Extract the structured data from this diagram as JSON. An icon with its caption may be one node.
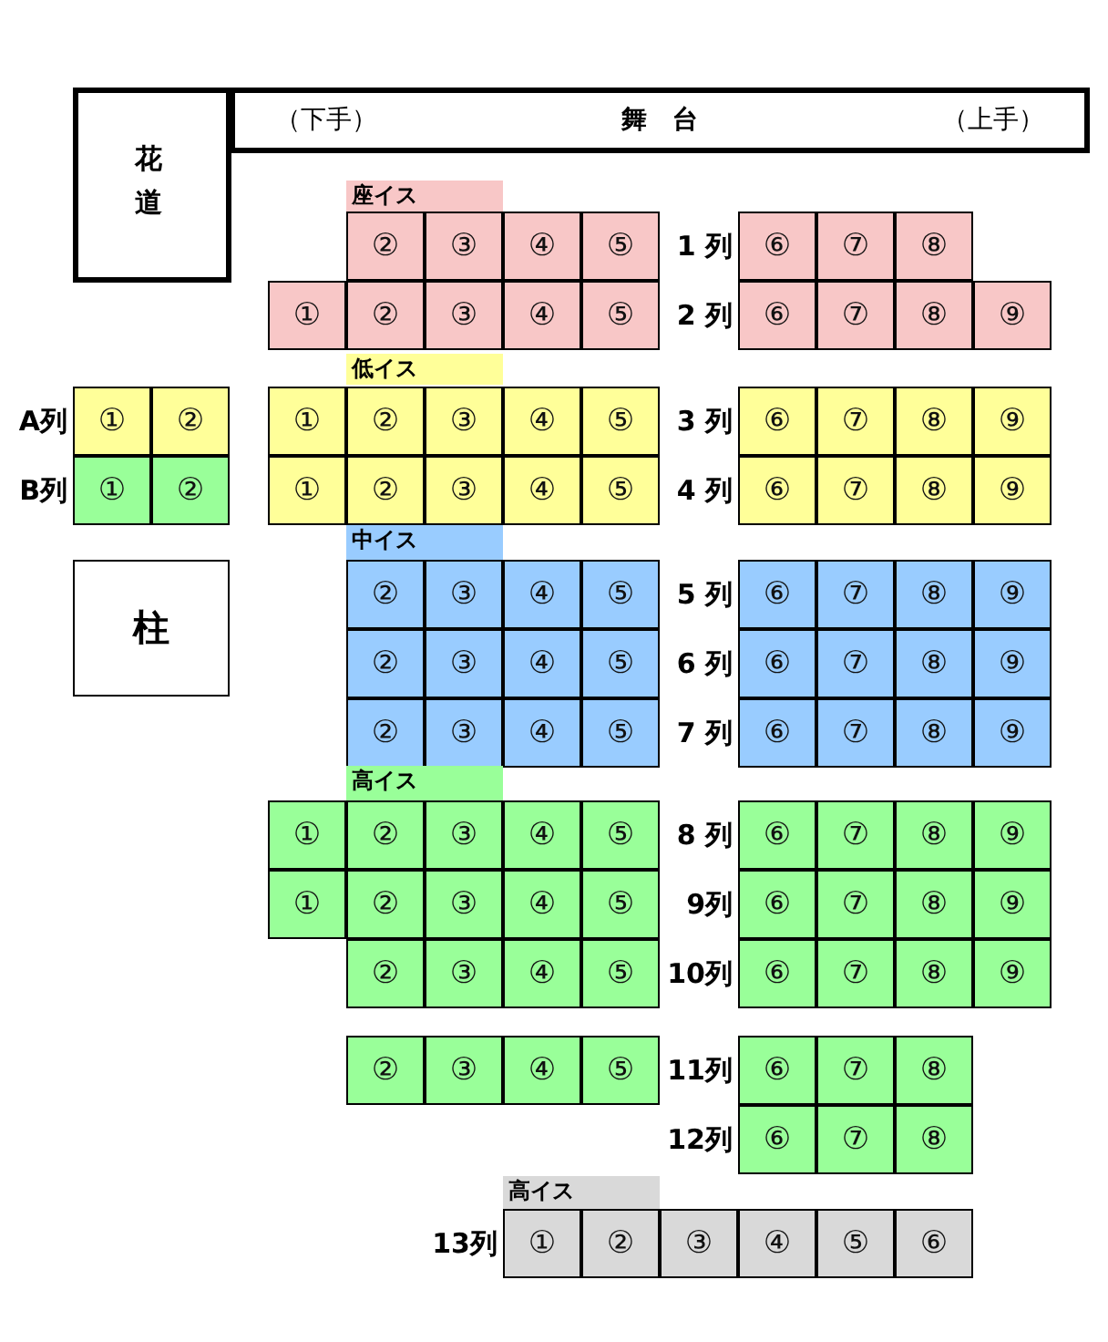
{
  "diagram": {
    "nodes": [
      {
        "text": [
          "（下手）",
          "舞　台",
          "（上手）"
        ]
      },
      {
        "text": [
          "花道"
        ]
      },
      {
        "text": [
          "座イス"
        ]
      },
      {
        "text": [
          "②"
        ]
      },
      {
        "text": [
          "③"
        ]
      },
      {
        "text": [
          "④"
        ]
      },
      {
        "text": [
          "⑤"
        ]
      },
      {
        "text": [
          "⑥"
        ]
      },
      {
        "text": [
          "⑦"
        ]
      },
      {
        "text": [
          "⑧"
        ]
      },
      {
        "text": [
          "①"
        ]
      },
      {
        "text": [
          "②"
        ]
      },
      {
        "text": [
          "③"
        ]
      },
      {
        "text": [
          "④"
        ]
      },
      {
        "text": [
          "⑤"
        ]
      },
      {
        "text": [
          "⑥"
        ]
      },
      {
        "text": [
          "⑦"
        ]
      },
      {
        "text": [
          "⑧"
        ]
      },
      {
        "text": [
          "⑨"
        ]
      },
      {
        "text": [
          "低イス"
        ]
      },
      {
        "text": [
          "①"
        ]
      },
      {
        "text": [
          "②"
        ]
      },
      {
        "text": [
          "①"
        ]
      },
      {
        "text": [
          "②"
        ]
      },
      {
        "text": [
          "③"
        ]
      },
      {
        "text": [
          "④"
        ]
      },
      {
        "text": [
          "⑤"
        ]
      },
      {
        "text": [
          "⑥"
        ]
      },
      {
        "text": [
          "⑦"
        ]
      },
      {
        "text": [
          "⑧"
        ]
      },
      {
        "text": [
          "⑨"
        ]
      },
      {
        "text": [
          "①"
        ]
      },
      {
        "text": [
          "②"
        ]
      },
      {
        "text": [
          "①"
        ]
      },
      {
        "text": [
          "②"
        ]
      },
      {
        "text": [
          "③"
        ]
      },
      {
        "text": [
          "④"
        ]
      },
      {
        "text": [
          "⑤"
        ]
      },
      {
        "text": [
          "⑥"
        ]
      },
      {
        "text": [
          "⑦"
        ]
      },
      {
        "text": [
          "⑧"
        ]
      },
      {
        "text": [
          "⑨"
        ]
      },
      {
        "text": [
          "柱"
        ]
      },
      {
        "text": [
          "中イス"
        ]
      },
      {
        "text": [
          "②"
        ]
      },
      {
        "text": [
          "③"
        ]
      },
      {
        "text": [
          "④"
        ]
      },
      {
        "text": [
          "⑤"
        ]
      },
      {
        "text": [
          "⑥"
        ]
      },
      {
        "text": [
          "⑦"
        ]
      },
      {
        "text": [
          "⑧"
        ]
      },
      {
        "text": [
          "⑨"
        ]
      },
      {
        "text": [
          "②"
        ]
      },
      {
        "text": [
          "③"
        ]
      },
      {
        "text": [
          "④"
        ]
      },
      {
        "text": [
          "⑤"
        ]
      },
      {
        "text": [
          "⑥"
        ]
      },
      {
        "text": [
          "⑦"
        ]
      },
      {
        "text": [
          "⑧"
        ]
      },
      {
        "text": [
          "⑨"
        ]
      },
      {
        "text": [
          "②"
        ]
      },
      {
        "text": [
          "③"
        ]
      },
      {
        "text": [
          "④"
        ]
      },
      {
        "text": [
          "⑤"
        ]
      },
      {
        "text": [
          "⑥"
        ]
      },
      {
        "text": [
          "⑦"
        ]
      },
      {
        "text": [
          "⑧"
        ]
      },
      {
        "text": [
          "⑨"
        ]
      },
      {
        "text": [
          "高イス"
        ]
      },
      {
        "text": [
          "①"
        ]
      },
      {
        "text": [
          "②"
        ]
      },
      {
        "text": [
          "③"
        ]
      },
      {
        "text": [
          "④"
        ]
      },
      {
        "text": [
          "⑤"
        ]
      },
      {
        "text": [
          "⑥"
        ]
      },
      {
        "text": [
          "⑦"
        ]
      },
      {
        "text": [
          "⑧"
        ]
      },
      {
        "text": [
          "⑨"
        ]
      },
      {
        "text": [
          "①"
        ]
      },
      {
        "text": [
          "②"
        ]
      },
      {
        "text": [
          "③"
        ]
      },
      {
        "text": [
          "④"
        ]
      },
      {
        "text": [
          "⑤"
        ]
      },
      {
        "text": [
          "⑥"
        ]
      },
      {
        "text": [
          "⑦"
        ]
      },
      {
        "text": [
          "⑧"
        ]
      },
      {
        "text": [
          "⑨"
        ]
      },
      {
        "text": [
          "②"
        ]
      },
      {
        "text": [
          "③"
        ]
      },
      {
        "text": [
          "④"
        ]
      },
      {
        "text": [
          "⑤"
        ]
      },
      {
        "text": [
          "⑥"
        ]
      },
      {
        "text": [
          "⑦"
        ]
      },
      {
        "text": [
          "⑧"
        ]
      },
      {
        "text": [
          "⑨"
        ]
      },
      {
        "text": [
          "②"
        ]
      },
      {
        "text": [
          "③"
        ]
      },
      {
        "text": [
          "④"
        ]
      },
      {
        "text": [
          "⑤"
        ]
      },
      {
        "text": [
          "⑥"
        ]
      },
      {
        "text": [
          "⑦"
        ]
      },
      {
        "text": [
          "⑧"
        ]
      },
      {
        "text": [
          "⑥"
        ]
      },
      {
        "text": [
          "⑦"
        ]
      },
      {
        "text": [
          "⑧"
        ]
      },
      {
        "text": [
          "高イス"
        ]
      },
      {
        "text": [
          "①"
        ]
      },
      {
        "text": [
          "②"
        ]
      },
      {
        "text": [
          "③"
        ]
      },
      {
        "text": [
          "④"
        ]
      },
      {
        "text": [
          "⑤"
        ]
      },
      {
        "text": [
          "⑥"
        ]
      }
    ],
    "labels": [
      "1 列",
      "2 列",
      "A列",
      "3 列",
      "B列",
      "4 列",
      "5 列",
      "6 列",
      "7 列",
      "8 列",
      "9列",
      "10列",
      "11列",
      "12列",
      "13列"
    ]
  }
}
